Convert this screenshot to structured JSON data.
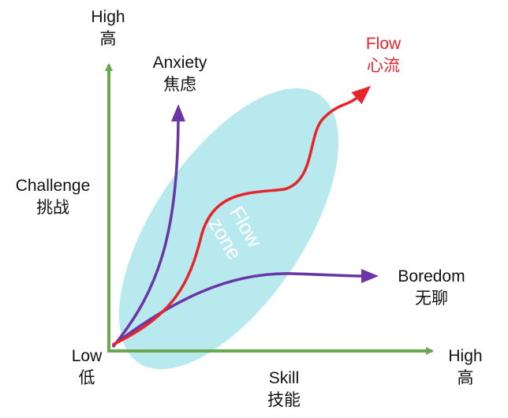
{
  "colors": {
    "axis": "#6aa84f",
    "zone": "#b8e9ee",
    "anxiety": "#6a35a5",
    "boredom": "#6a35a5",
    "flow": "#e5242b"
  },
  "y_axis": {
    "high_en": "High",
    "high_zh": "高",
    "label_en": "Challenge",
    "label_zh": "挑战"
  },
  "x_axis": {
    "high_en": "High",
    "high_zh": "高",
    "label_en": "Skill",
    "label_zh": "技能"
  },
  "origin": {
    "en": "Low",
    "zh": "低"
  },
  "curves": {
    "anxiety": {
      "en": "Anxiety",
      "zh": "焦虑"
    },
    "flow": {
      "en": "Flow",
      "zh": "心流"
    },
    "boredom": {
      "en": "Boredom",
      "zh": "无聊"
    }
  },
  "zone": {
    "line1": "Flow",
    "line2": "zone"
  }
}
